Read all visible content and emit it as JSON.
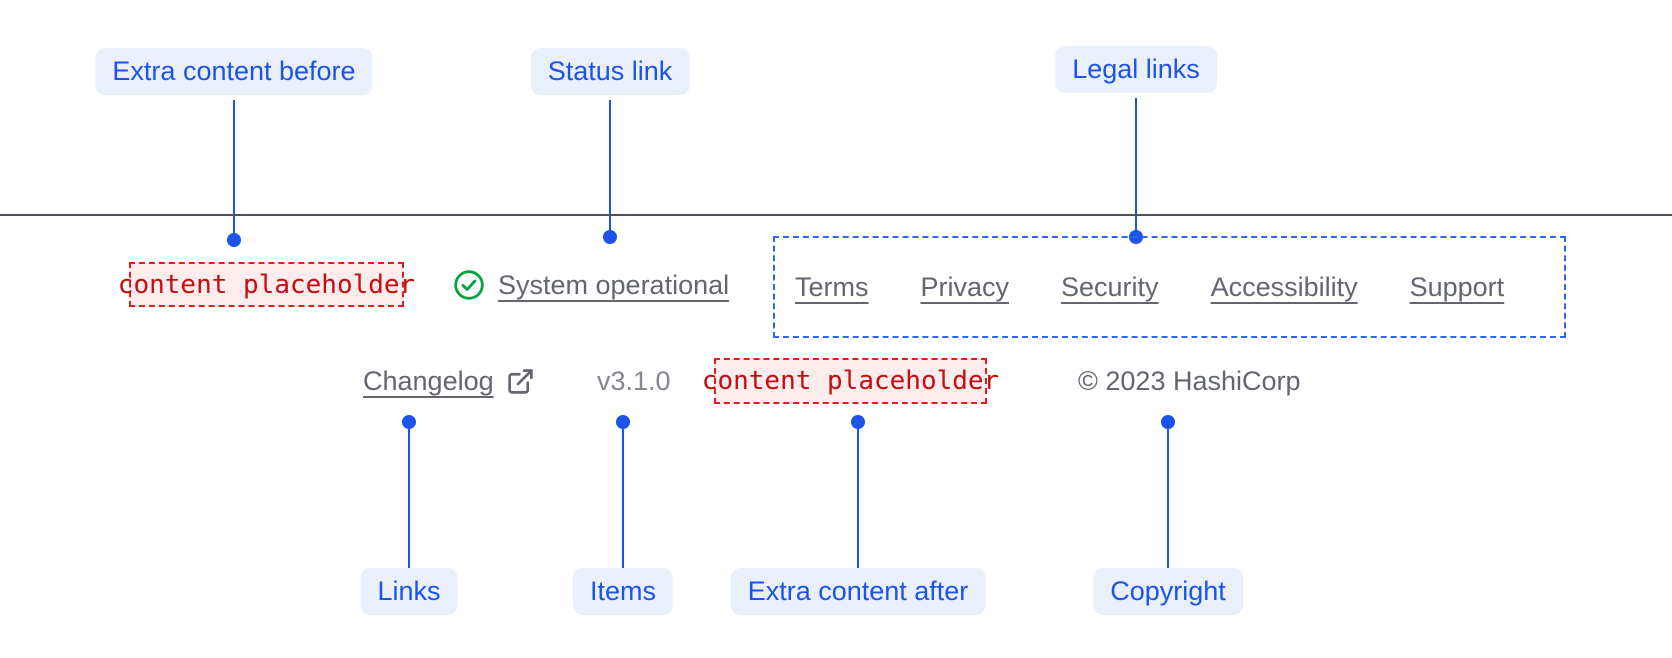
{
  "colors": {
    "accent_blue": "#1c53e8",
    "label_bg": "#e9f0fc",
    "dashed_blue": "#3064f2",
    "placeholder_red": "#c50d11",
    "placeholder_bg": "#fdecec",
    "placeholder_border": "#e11d1d",
    "success_green": "#00a33e",
    "text_gray": "#63666f",
    "muted_gray": "#83878f",
    "rule_gray": "#4f5158"
  },
  "annotations": {
    "top": [
      {
        "label": "Extra content before"
      },
      {
        "label": "Status link"
      },
      {
        "label": "Legal links"
      }
    ],
    "bottom": [
      {
        "label": "Links"
      },
      {
        "label": "Items"
      },
      {
        "label": "Extra content after"
      },
      {
        "label": "Copyright"
      }
    ]
  },
  "footer": {
    "extra_content_before": {
      "placeholder": "content placeholder"
    },
    "status": {
      "icon": "check-circle-icon",
      "label": "System operational"
    },
    "legal_links": [
      "Terms",
      "Privacy",
      "Security",
      "Accessibility",
      "Support"
    ],
    "links": [
      {
        "label": "Changelog",
        "icon": "external-link-icon"
      }
    ],
    "items": [
      {
        "label": "v3.1.0"
      }
    ],
    "extra_content_after": {
      "placeholder": "content placeholder"
    },
    "copyright": "© 2023 HashiCorp"
  }
}
